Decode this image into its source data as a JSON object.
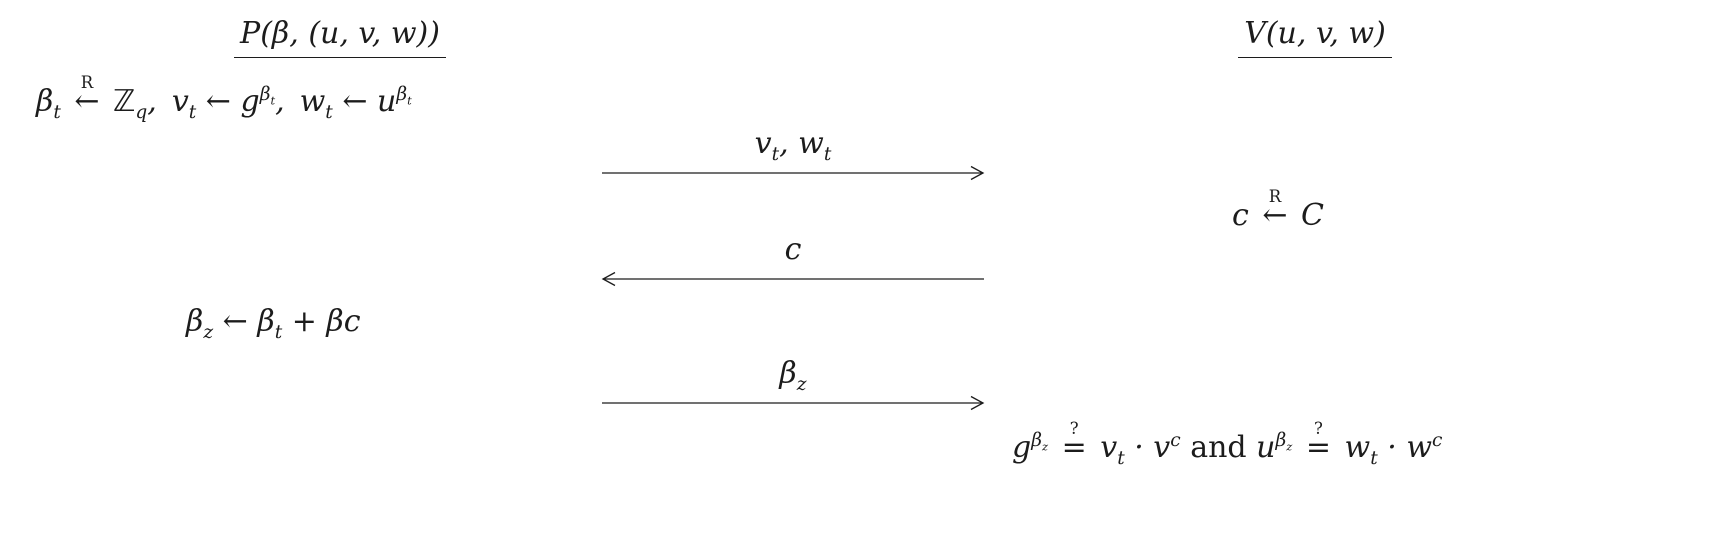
{
  "page": {
    "background": "#ffffff",
    "text_color": "#1c1c1c"
  },
  "prover": {
    "header": "P(β, (u, v, w))",
    "steps": [
      {
        "math": "β_{t} \\over{R}{←} ℤ_{q}, v_{t} ← g^{β_{t}}, w_{t} ← u^{β_{t}}"
      },
      {
        "math": "β_{z} ← β_{t} + βc"
      }
    ]
  },
  "verifier": {
    "header": "V(u, v, w)",
    "steps": [
      {
        "math": "c \\over{R}{←} C"
      },
      {
        "math": "g^{β_{z}} \\over{?}{=} v_{t} · v^{c}\\text{ and }u^{β_{z}} \\over{?}{=} w_{t} · w^{c}"
      }
    ]
  },
  "messages": [
    {
      "label": "v_{t}, w_{t}",
      "direction": "right"
    },
    {
      "label": "c",
      "direction": "left"
    },
    {
      "label": "β_{z}",
      "direction": "right"
    }
  ]
}
